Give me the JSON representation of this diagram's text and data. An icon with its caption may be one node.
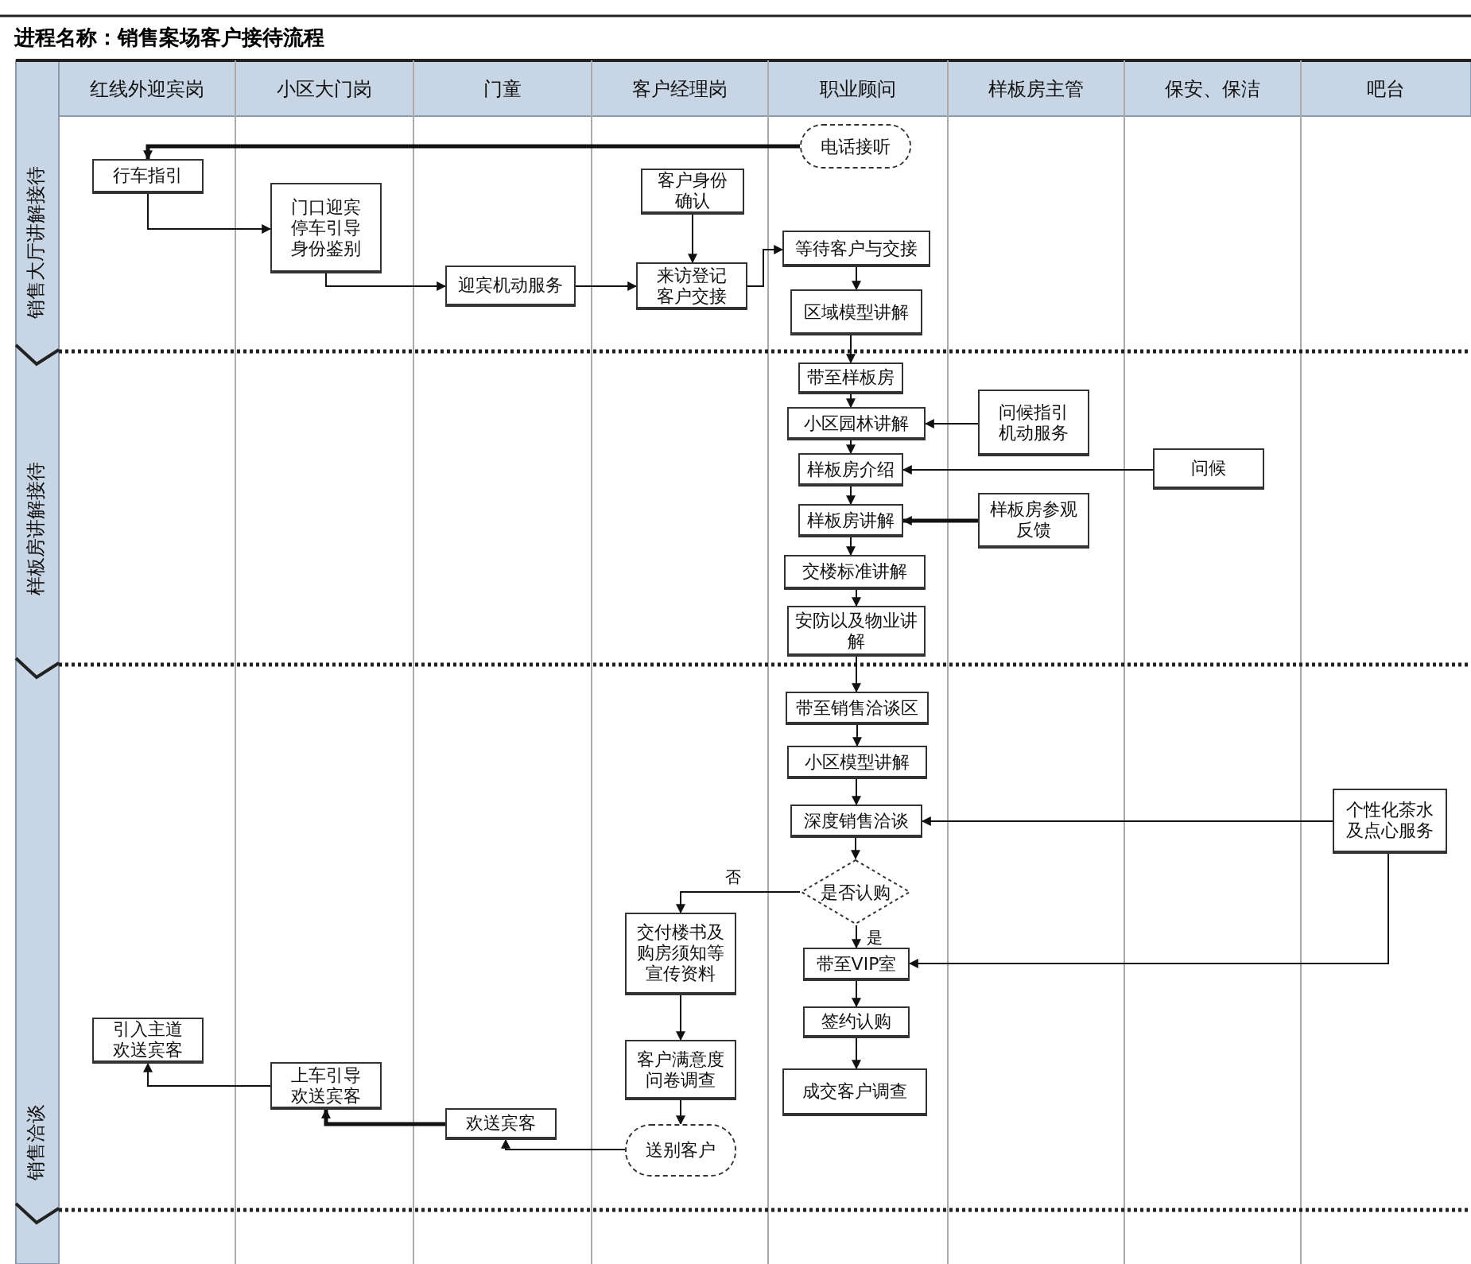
{
  "diagram": {
    "title": "进程名称：销售案场客户接待流程",
    "nodes": [
      {
        "text": [
          "电话接听"
        ]
      },
      {
        "text": [
          "行车指引"
        ]
      },
      {
        "text": [
          "门口迎宾停车引导身份鉴别"
        ]
      },
      {
        "text": [
          "客户身份确认"
        ]
      },
      {
        "text": [
          "来访登记客户交接"
        ]
      },
      {
        "text": [
          "迎宾机动服务"
        ]
      },
      {
        "text": [
          "等待客户与交接"
        ]
      },
      {
        "text": [
          "区域模型讲解"
        ]
      },
      {
        "text": [
          "带至样板房"
        ]
      },
      {
        "text": [
          "小区园林讲解"
        ]
      },
      {
        "text": [
          "问候指引机动服务"
        ]
      },
      {
        "text": [
          "样板房介绍"
        ]
      },
      {
        "text": [
          "问候"
        ]
      },
      {
        "text": [
          "样板房讲解"
        ]
      },
      {
        "text": [
          "样板房参观反馈"
        ]
      },
      {
        "text": [
          "交楼标准讲解"
        ]
      },
      {
        "text": [
          "安防以及物业讲解"
        ]
      },
      {
        "text": [
          "带至销售洽谈区"
        ]
      },
      {
        "text": [
          "小区模型讲解"
        ]
      },
      {
        "text": [
          "深度销售洽谈"
        ]
      },
      {
        "text": [
          "是否认购"
        ]
      },
      {
        "text": [
          "交付楼书及购房须知等宣传资料"
        ]
      },
      {
        "text": [
          "带至VIP室"
        ]
      },
      {
        "text": [
          "个性化茶水及点心服务"
        ]
      },
      {
        "text": [
          "签约认购"
        ]
      },
      {
        "text": [
          "客户满意度问卷调查"
        ]
      },
      {
        "text": [
          "成交客户调查"
        ]
      },
      {
        "text": [
          "引入主道欢送宾客"
        ]
      },
      {
        "text": [
          "上车引导欢送宾客"
        ]
      },
      {
        "text": [
          "欢送宾客"
        ]
      },
      {
        "text": [
          "送别客户"
        ]
      }
    ],
    "edges": [
      {
        "from": 0,
        "to": 1,
        "arrow": "to",
        "style": "thick"
      },
      {
        "from": 1,
        "to": 2,
        "arrow": "to"
      },
      {
        "from": 2,
        "to": 5,
        "arrow": "to"
      },
      {
        "from": 5,
        "to": 4,
        "arrow": "to"
      },
      {
        "from": 3,
        "to": 4,
        "arrow": "to"
      },
      {
        "from": 4,
        "to": 6,
        "arrow": "to"
      },
      {
        "from": 6,
        "to": 7,
        "arrow": "to"
      },
      {
        "from": 7,
        "to": 8,
        "arrow": "to"
      },
      {
        "from": 8,
        "to": 9,
        "arrow": "to"
      },
      {
        "from": 10,
        "to": 9,
        "arrow": "to"
      },
      {
        "from": 9,
        "to": 11,
        "arrow": "to"
      },
      {
        "from": 12,
        "to": 11,
        "arrow": "to"
      },
      {
        "from": 11,
        "to": 13,
        "arrow": "to"
      },
      {
        "from": 14,
        "to": 13,
        "arrow": "to",
        "style": "thick"
      },
      {
        "from": 13,
        "to": 15,
        "arrow": "to"
      },
      {
        "from": 15,
        "to": 16,
        "arrow": "to"
      },
      {
        "from": 16,
        "to": 17,
        "arrow": "to"
      },
      {
        "from": 17,
        "to": 18,
        "arrow": "to"
      },
      {
        "from": 18,
        "to": 19,
        "arrow": "to"
      },
      {
        "from": 23,
        "to": 19,
        "arrow": "to"
      },
      {
        "from": 19,
        "to": 20,
        "arrow": "to"
      },
      {
        "from": 20,
        "to": 21,
        "arrow": "to",
        "label": "否"
      },
      {
        "from": 20,
        "to": 22,
        "arrow": "to",
        "label": "是"
      },
      {
        "from": 23,
        "to": 22,
        "arrow": "to"
      },
      {
        "from": 22,
        "to": 24,
        "arrow": "to"
      },
      {
        "from": 24,
        "to": 26,
        "arrow": "to"
      },
      {
        "from": 21,
        "to": 25,
        "arrow": "to"
      },
      {
        "from": 25,
        "to": 30,
        "arrow": "to"
      },
      {
        "from": 30,
        "to": 29,
        "arrow": "to"
      },
      {
        "from": 29,
        "to": 28,
        "arrow": "to",
        "style": "thick"
      },
      {
        "from": 28,
        "to": 27,
        "arrow": "to"
      }
    ],
    "labels": [
      "红线外迎宾岗",
      "小区大门岗",
      "门童",
      "客户经理岗",
      "职业顾问",
      "样板房主管",
      "保安、保洁",
      "吧台",
      "销售大厅讲解接待",
      "样板房讲解接待",
      "销售洽谈"
    ]
  }
}
